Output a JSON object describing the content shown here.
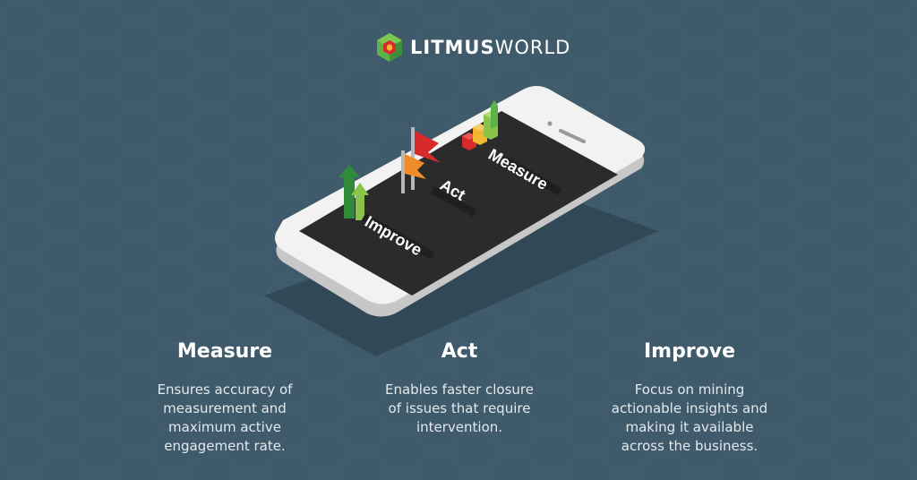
{
  "brand": {
    "name_bold": "LITMUS",
    "name_light": "WORLD",
    "colors": {
      "green": "#5db34a",
      "red": "#d72a2b",
      "yellow": "#f2b630"
    }
  },
  "phone": {
    "screen_labels": {
      "measure": "Measure",
      "act": "Act",
      "improve": "Improve"
    }
  },
  "columns": [
    {
      "title": "Measure",
      "lines": [
        "Ensures accuracy of",
        "measurement and",
        "maximum active",
        "engagement rate."
      ]
    },
    {
      "title": "Act",
      "lines": [
        "Enables faster closure",
        "of issues that require",
        "intervention."
      ]
    },
    {
      "title": "Improve",
      "lines": [
        "Focus on mining",
        "actionable insights and",
        "making it available",
        "across the business."
      ]
    }
  ],
  "palette": {
    "background": "#3f5a6a",
    "screen": "#2b2b2b",
    "body": "#f2f2f2"
  }
}
